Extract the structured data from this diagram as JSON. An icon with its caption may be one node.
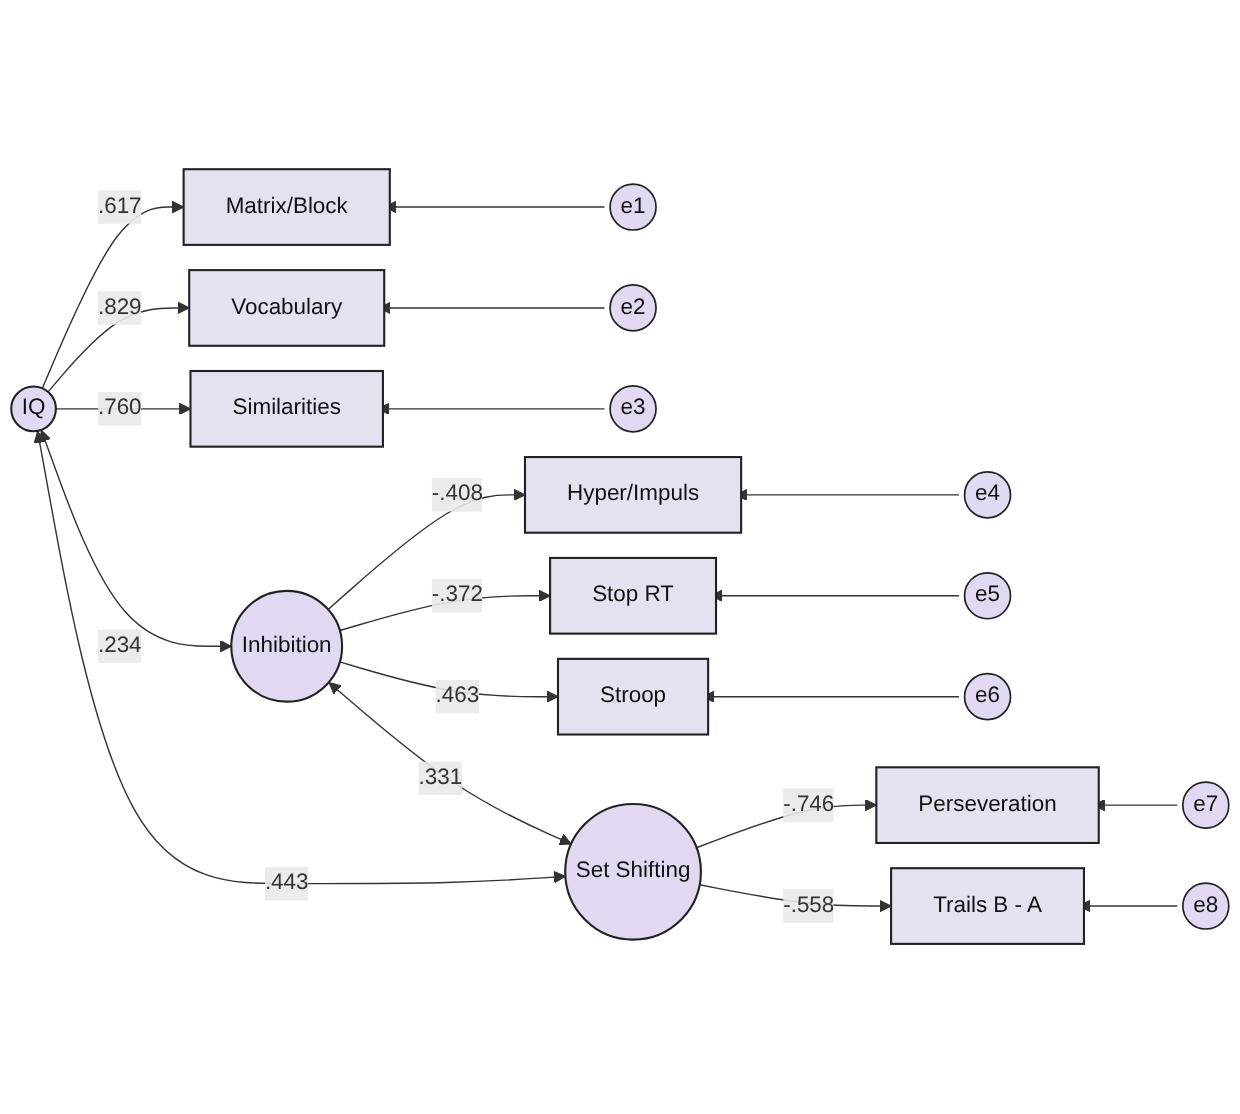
{
  "diagram": {
    "nodes": [
      {
        "text": [
          "IQ"
        ]
      },
      {
        "text": [
          "Inhibition"
        ]
      },
      {
        "text": [
          "Set Shifting"
        ]
      },
      {
        "text": [
          "Matrix/Block"
        ]
      },
      {
        "text": [
          "Vocabulary"
        ]
      },
      {
        "text": [
          "Similarities"
        ]
      },
      {
        "text": [
          "Hyper/Impuls"
        ]
      },
      {
        "text": [
          "Stop RT"
        ]
      },
      {
        "text": [
          "Stroop"
        ]
      },
      {
        "text": [
          "Perseveration"
        ]
      },
      {
        "text": [
          "Trails B - A"
        ]
      },
      {
        "text": [
          "e1"
        ]
      },
      {
        "text": [
          "e2"
        ]
      },
      {
        "text": [
          "e3"
        ]
      },
      {
        "text": [
          "e4"
        ]
      },
      {
        "text": [
          "e5"
        ]
      },
      {
        "text": [
          "e6"
        ]
      },
      {
        "text": [
          "e7"
        ]
      },
      {
        "text": [
          "e8"
        ]
      }
    ],
    "edges": [
      {
        "from": 0,
        "to": 3,
        "arrow": "to",
        "label": ".617"
      },
      {
        "from": 0,
        "to": 4,
        "arrow": "to",
        "label": ".829"
      },
      {
        "from": 0,
        "to": 5,
        "arrow": "to",
        "label": ".760"
      },
      {
        "from": 1,
        "to": 6,
        "arrow": "to",
        "label": "-.408"
      },
      {
        "from": 1,
        "to": 7,
        "arrow": "to",
        "label": "-.372"
      },
      {
        "from": 1,
        "to": 8,
        "arrow": "to",
        "label": ".463"
      },
      {
        "from": 2,
        "to": 9,
        "arrow": "to",
        "label": "-.746"
      },
      {
        "from": 2,
        "to": 10,
        "arrow": "to",
        "label": "-.558"
      },
      {
        "from": 11,
        "to": 3,
        "arrow": "to"
      },
      {
        "from": 12,
        "to": 4,
        "arrow": "to"
      },
      {
        "from": 13,
        "to": 5,
        "arrow": "to"
      },
      {
        "from": 14,
        "to": 6,
        "arrow": "to"
      },
      {
        "from": 15,
        "to": 7,
        "arrow": "to"
      },
      {
        "from": 16,
        "to": 8,
        "arrow": "to"
      },
      {
        "from": 17,
        "to": 9,
        "arrow": "to"
      },
      {
        "from": 18,
        "to": 10,
        "arrow": "to"
      },
      {
        "from": 0,
        "to": 1,
        "arrow": "both",
        "label": ".234"
      },
      {
        "from": 1,
        "to": 2,
        "arrow": "both",
        "label": ".331"
      },
      {
        "from": 0,
        "to": 2,
        "arrow": "both",
        "label": ".443"
      }
    ]
  }
}
